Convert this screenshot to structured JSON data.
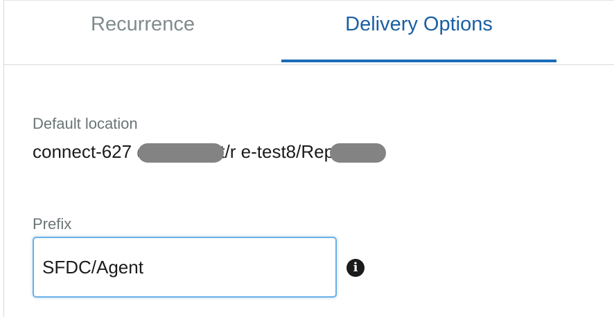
{
  "tabs": [
    {
      "label": "Recurrence",
      "active": false
    },
    {
      "label": "Delivery Options",
      "active": true
    }
  ],
  "delivery": {
    "default_location": {
      "label": "Default location",
      "value": "connect-627              d2/connect/r          e-test8/Reports"
    },
    "prefix": {
      "label": "Prefix",
      "value": "SFDC/Agent"
    },
    "info_icon": "info-circle-icon"
  },
  "colors": {
    "active_tab": "#1a5fa2",
    "inactive_tab": "#808b8d",
    "underline": "#1a6cb5",
    "input_focus_border": "#6ab0e6"
  }
}
